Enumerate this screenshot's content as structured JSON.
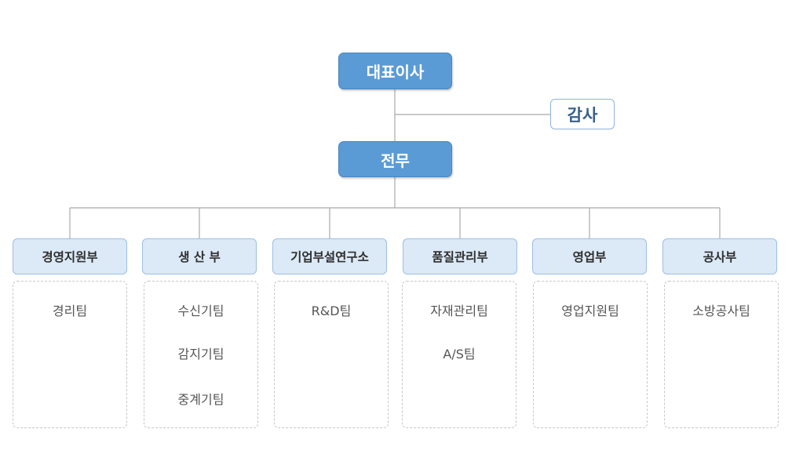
{
  "ceo": "대표이사",
  "auditor": "감사",
  "executive": "전무",
  "departments": [
    {
      "name": "경영지원부",
      "teams": [
        "경리팀"
      ]
    },
    {
      "name": "생 산 부",
      "teams": [
        "수신기팀",
        "감지기팀",
        "중계기팀"
      ]
    },
    {
      "name": "기업부설연구소",
      "teams": [
        "R&D팀"
      ]
    },
    {
      "name": "품질관리부",
      "teams": [
        "자재관리팀",
        "A/S팀"
      ]
    },
    {
      "name": "영업부",
      "teams": [
        "영업지원팀"
      ]
    },
    {
      "name": "공사부",
      "teams": [
        "소방공사팀"
      ]
    }
  ],
  "colors": {
    "top_fill": "#5b9bd5",
    "dept_fill": "#dce9f6",
    "connector": "#a9a9a9"
  }
}
